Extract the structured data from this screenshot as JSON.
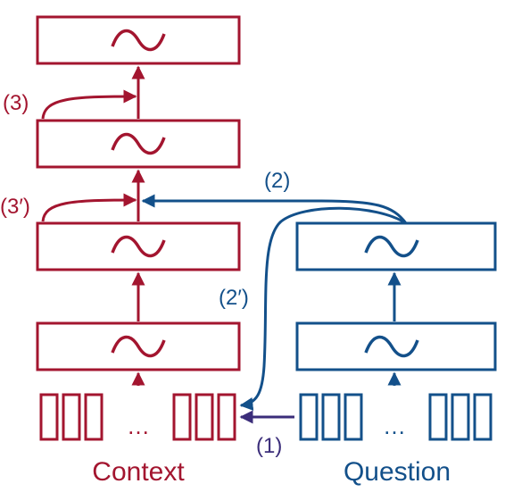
{
  "colors": {
    "context": "#a3152f",
    "question": "#13508a",
    "cross_arrow": "#3b2d7a",
    "background": "#ffffff"
  },
  "context_label": "Context",
  "question_label": "Question",
  "ellipsis": "…",
  "step_labels": {
    "step_1": "(1)",
    "step_2": "(2)",
    "step_2_prime": "(2′)",
    "step_3": "(3)",
    "step_3_prime": "(3′)"
  },
  "layer_icon": "tilde-wave-icon",
  "token_icon": "token-cell"
}
